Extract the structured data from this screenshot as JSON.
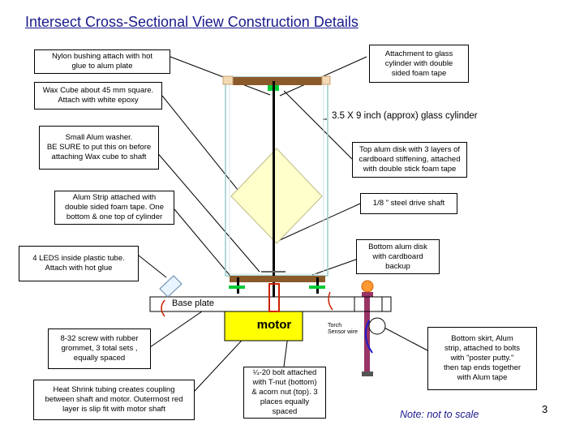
{
  "title": "Intersect Cross-Sectional View Construction Details",
  "labels": {
    "nylon_bushing": "Nylon bushing attach with hot\nglue to alum plate",
    "wax_cube": "Wax Cube about 45 mm square.\nAttach with white epoxy",
    "alum_washer": "Small Alum washer.\nBE SURE to put this on before\nattaching Wax cube to shaft",
    "alum_strip": "Alum Strip attached with\ndouble sided foam tape. One\nbottom & one top of cylinder",
    "leds": "4 LEDS inside plastic tube.\nAttach with hot glue",
    "screw": "8-32 screw with rubber\ngrommet, 3 total sets ,\nequally spaced",
    "heat_shrink": "Heat Shrink tubing creates coupling\nbetween shaft and motor. Outermost red\nlayer is slip fit with motor shaft",
    "bolt": "¼-20 bolt attached\nwith T-nut (bottom)\n& acorn nut (top). 3\nplaces equally\nspaced",
    "attachment_glass": "Attachment to glass\ncylinder with double\nsided foam tape",
    "glass_cylinder": "3.5 X 9 inch (approx) glass cylinder",
    "top_disk": "Top alum disk with 3 layers of\ncardboard stiffening, attached\nwith double stick foam tape",
    "drive_shaft": "1/8 \" steel drive shaft",
    "bottom_disk": "Bottom alum disk\nwith cardboard\nbackup",
    "bottom_skirt": "Bottom skirt, Alum\nstrip, attached to bolts\nwith \"poster putty.\"\nthen tap ends together\nwith Alum tape",
    "base_plate": "Base plate",
    "motor": "motor",
    "torch_sensor": "Torch\nSensor wire",
    "note": "Note: not to scale",
    "page_number": "3"
  },
  "colors": {
    "title": "#1a1a8c",
    "wax_cube": "#ffffcc",
    "motor": "#ffff00",
    "alum_strip": "#8b5a2b",
    "green_nut": "#00cc33",
    "glass": "#99cccc",
    "wire_red": "#cc2200",
    "wire_blue": "#1a1acc",
    "purple": "#993366"
  }
}
